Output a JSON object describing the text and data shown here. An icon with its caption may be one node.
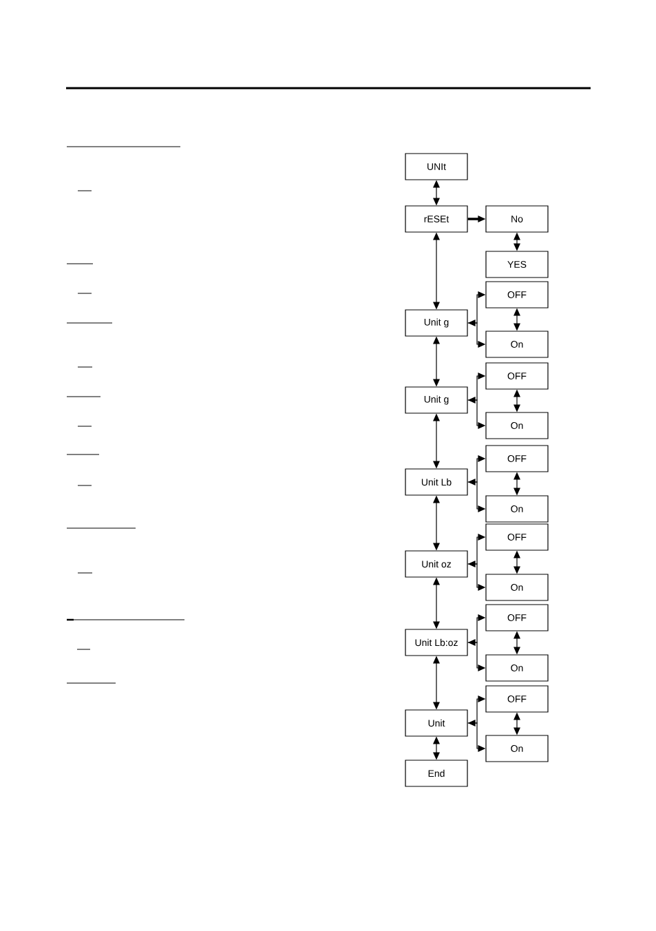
{
  "diagram": {
    "nodes": [
      {
        "text": [
          "UNIt"
        ]
      },
      {
        "text": [
          "rESEt"
        ]
      },
      {
        "text": [
          "No"
        ]
      },
      {
        "text": [
          "YES"
        ]
      },
      {
        "text": [
          "Unit g"
        ]
      },
      {
        "text": [
          "OFF"
        ]
      },
      {
        "text": [
          "On"
        ]
      },
      {
        "text": [
          "Unit g"
        ]
      },
      {
        "text": [
          "OFF"
        ]
      },
      {
        "text": [
          "On"
        ]
      },
      {
        "text": [
          "Unit Lb"
        ]
      },
      {
        "text": [
          "OFF"
        ]
      },
      {
        "text": [
          "On"
        ]
      },
      {
        "text": [
          "Unit oz"
        ]
      },
      {
        "text": [
          "OFF"
        ]
      },
      {
        "text": [
          "On"
        ]
      },
      {
        "text": [
          "Unit Lb:oz"
        ]
      },
      {
        "text": [
          "OFF"
        ]
      },
      {
        "text": [
          "On"
        ]
      },
      {
        "text": [
          "Unit"
        ]
      },
      {
        "text": [
          "OFF"
        ]
      },
      {
        "text": [
          "On"
        ]
      },
      {
        "text": [
          "End"
        ]
      }
    ],
    "edges": [
      {
        "from": 0,
        "to": 1,
        "arrow": "both"
      },
      {
        "from": 1,
        "to": 2,
        "arrow": "to",
        "style": "thick"
      },
      {
        "from": 2,
        "to": 3,
        "arrow": "both"
      },
      {
        "from": 1,
        "to": 4,
        "arrow": "both"
      },
      {
        "from": 4,
        "to": 5,
        "arrow": "both"
      },
      {
        "from": 4,
        "to": 6,
        "arrow": "to"
      },
      {
        "from": 5,
        "to": 6,
        "arrow": "both"
      },
      {
        "from": 4,
        "to": 7,
        "arrow": "both"
      },
      {
        "from": 7,
        "to": 8,
        "arrow": "both"
      },
      {
        "from": 7,
        "to": 9,
        "arrow": "to"
      },
      {
        "from": 8,
        "to": 9,
        "arrow": "both"
      },
      {
        "from": 7,
        "to": 10,
        "arrow": "both"
      },
      {
        "from": 10,
        "to": 11,
        "arrow": "both"
      },
      {
        "from": 10,
        "to": 12,
        "arrow": "to"
      },
      {
        "from": 11,
        "to": 12,
        "arrow": "both"
      },
      {
        "from": 10,
        "to": 13,
        "arrow": "both"
      },
      {
        "from": 13,
        "to": 14,
        "arrow": "both"
      },
      {
        "from": 13,
        "to": 15,
        "arrow": "to"
      },
      {
        "from": 14,
        "to": 15,
        "arrow": "both"
      },
      {
        "from": 13,
        "to": 16,
        "arrow": "both"
      },
      {
        "from": 16,
        "to": 17,
        "arrow": "both"
      },
      {
        "from": 16,
        "to": 18,
        "arrow": "to"
      },
      {
        "from": 17,
        "to": 18,
        "arrow": "both"
      },
      {
        "from": 16,
        "to": 19,
        "arrow": "both"
      },
      {
        "from": 19,
        "to": 20,
        "arrow": "both"
      },
      {
        "from": 19,
        "to": 21,
        "arrow": "to"
      },
      {
        "from": 20,
        "to": 21,
        "arrow": "both"
      },
      {
        "from": 19,
        "to": 22,
        "arrow": "both"
      }
    ]
  }
}
